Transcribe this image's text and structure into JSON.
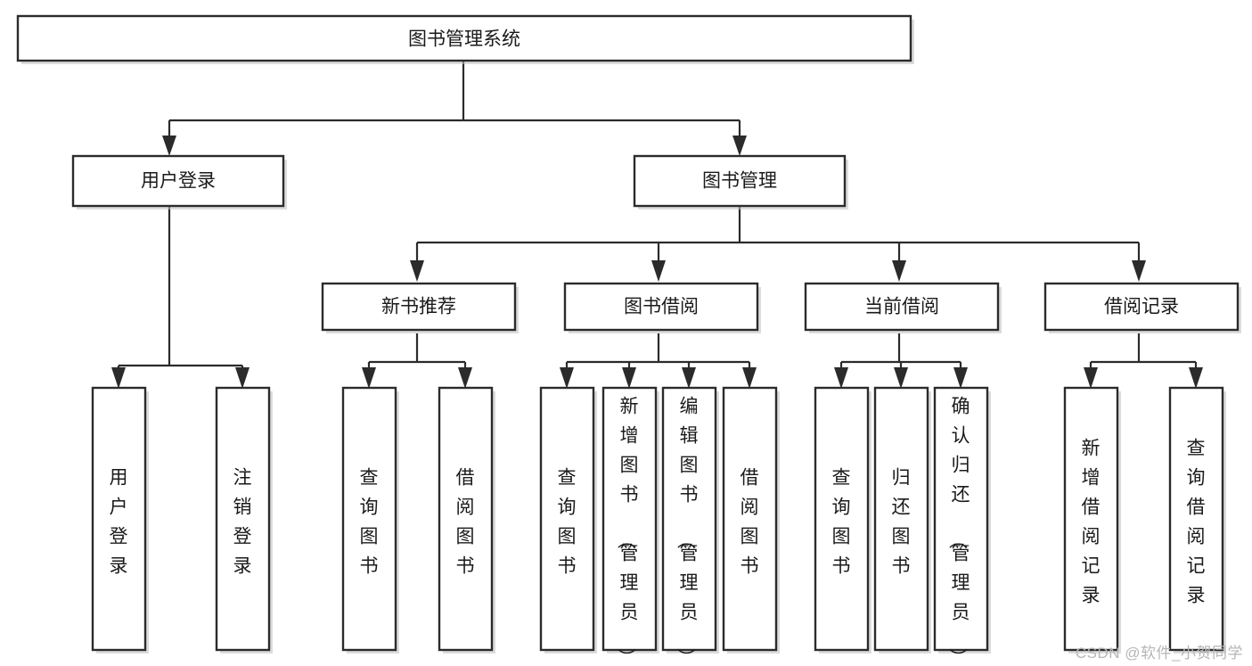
{
  "diagram": {
    "type": "hierarchy-tree",
    "title": "图书管理系统",
    "watermark": "CSDN @软件_小贺同学",
    "colors": {
      "background": "#ffffff",
      "box_fill": "#ffffff",
      "box_stroke": "#2b2b2b",
      "connector": "#2b2b2b",
      "text": "#1a1a1a",
      "shadow": "#bfbfbf",
      "watermark": "#b6b6b6"
    },
    "levels": {
      "root": {
        "label": "图书管理系统"
      },
      "level1": [
        {
          "id": "user-login",
          "label": "用户登录"
        },
        {
          "id": "book-manage",
          "label": "图书管理"
        }
      ],
      "level2": [
        {
          "id": "new-book-recommend",
          "label": "新书推荐",
          "parent": "book-manage"
        },
        {
          "id": "book-borrow",
          "label": "图书借阅",
          "parent": "book-manage"
        },
        {
          "id": "current-borrow",
          "label": "当前借阅",
          "parent": "book-manage"
        },
        {
          "id": "borrow-record",
          "label": "借阅记录",
          "parent": "book-manage"
        }
      ],
      "leaves": [
        {
          "id": "leaf-user-login",
          "label": "用户登录",
          "parent": "user-login"
        },
        {
          "id": "leaf-logout-login",
          "label": "注销登录",
          "parent": "user-login"
        },
        {
          "id": "leaf-query-book-1",
          "label": "查询图书",
          "parent": "new-book-recommend"
        },
        {
          "id": "leaf-borrow-book-1",
          "label": "借阅图书",
          "parent": "new-book-recommend"
        },
        {
          "id": "leaf-query-book-2",
          "label": "查询图书",
          "parent": "book-borrow"
        },
        {
          "id": "leaf-add-book",
          "label": "新增图书（管理员）",
          "parent": "book-borrow"
        },
        {
          "id": "leaf-edit-book",
          "label": "编辑图书（管理员）",
          "parent": "book-borrow"
        },
        {
          "id": "leaf-borrow-book-2",
          "label": "借阅图书",
          "parent": "book-borrow"
        },
        {
          "id": "leaf-query-book-3",
          "label": "查询图书",
          "parent": "current-borrow"
        },
        {
          "id": "leaf-return-book",
          "label": "归还图书",
          "parent": "current-borrow"
        },
        {
          "id": "leaf-confirm-return",
          "label": "确认归还（管理员）",
          "parent": "current-borrow"
        },
        {
          "id": "leaf-add-record",
          "label": "新增借阅记录",
          "parent": "borrow-record"
        },
        {
          "id": "leaf-query-record",
          "label": "查询借阅记录",
          "parent": "borrow-record"
        }
      ]
    }
  }
}
